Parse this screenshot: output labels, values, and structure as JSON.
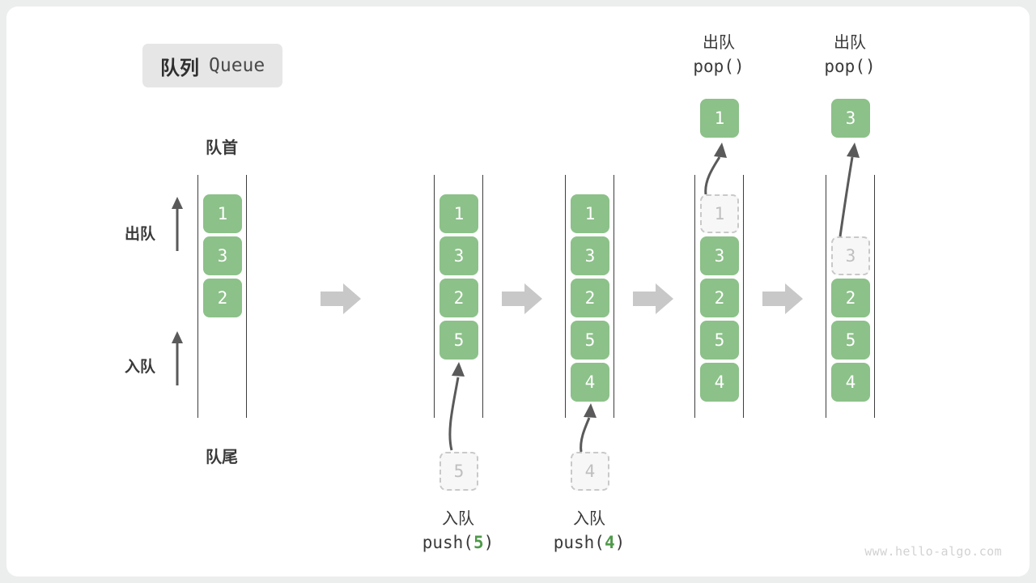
{
  "title": {
    "cn": "队列",
    "en": "Queue"
  },
  "labels": {
    "front": "队首",
    "rear": "队尾",
    "dequeue": "出队",
    "enqueue": "入队"
  },
  "colors": {
    "element": "#8cc189",
    "element_text": "#ffffff",
    "ghost_bg": "#f7f7f7",
    "ghost_text": "#bfbfbf",
    "ghost_border": "#c9c9c9",
    "rail": "#3d3d3d",
    "step_arrow": "#c8c8c8",
    "code_number": "#4f9a4a",
    "text": "#3a3a3a",
    "badge_bg": "#e6e6e6",
    "canvas": "#ffffff",
    "page_bg": "#eceded"
  },
  "columns": [
    {
      "name": "initial-queue",
      "cells": [
        {
          "value": "1",
          "state": "filled"
        },
        {
          "value": "3",
          "state": "filled"
        },
        {
          "value": "2",
          "state": "filled"
        }
      ]
    },
    {
      "name": "after-push-5",
      "cells": [
        {
          "value": "1",
          "state": "filled"
        },
        {
          "value": "3",
          "state": "filled"
        },
        {
          "value": "2",
          "state": "filled"
        },
        {
          "value": "5",
          "state": "filled"
        }
      ],
      "incoming": {
        "value": "5",
        "state": "ghost"
      },
      "caption": {
        "cn": "入队",
        "fn": "push(",
        "arg": "5",
        "fn_end": ")"
      }
    },
    {
      "name": "after-push-4",
      "cells": [
        {
          "value": "1",
          "state": "filled"
        },
        {
          "value": "3",
          "state": "filled"
        },
        {
          "value": "2",
          "state": "filled"
        },
        {
          "value": "5",
          "state": "filled"
        },
        {
          "value": "4",
          "state": "filled"
        }
      ],
      "incoming": {
        "value": "4",
        "state": "ghost"
      },
      "caption": {
        "cn": "入队",
        "fn": "push(",
        "arg": "4",
        "fn_end": ")"
      }
    },
    {
      "name": "after-pop-1",
      "cells": [
        {
          "value": "1",
          "state": "ghost"
        },
        {
          "value": "3",
          "state": "filled"
        },
        {
          "value": "2",
          "state": "filled"
        },
        {
          "value": "5",
          "state": "filled"
        },
        {
          "value": "4",
          "state": "filled"
        }
      ],
      "popped": {
        "value": "1"
      },
      "caption": {
        "cn": "出队",
        "fn": "pop()"
      }
    },
    {
      "name": "after-pop-3",
      "cells": [
        {
          "value": "",
          "state": "empty"
        },
        {
          "value": "3",
          "state": "ghost"
        },
        {
          "value": "2",
          "state": "filled"
        },
        {
          "value": "5",
          "state": "filled"
        },
        {
          "value": "4",
          "state": "filled"
        }
      ],
      "popped": {
        "value": "3"
      },
      "caption": {
        "cn": "出队",
        "fn": "pop()"
      }
    }
  ],
  "watermark": "www.hello-algo.com"
}
